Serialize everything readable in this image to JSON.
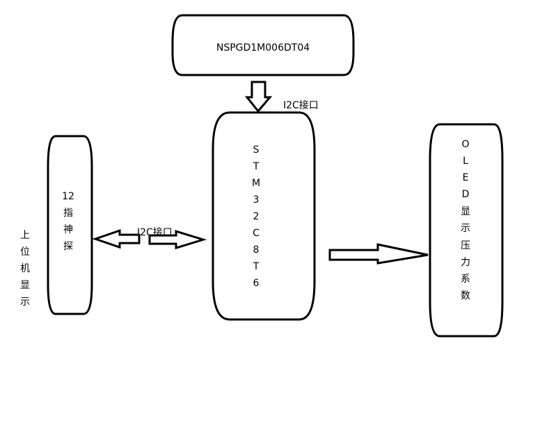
{
  "sensor": {
    "label": "NSPGD1M006DT04"
  },
  "mcu": {
    "chars": [
      "S",
      "T",
      "M",
      "3",
      "2",
      "C",
      "8",
      "T",
      "6"
    ]
  },
  "probe": {
    "chars": [
      "12",
      "指",
      "神",
      "探"
    ]
  },
  "oled": {
    "chars": [
      "O",
      "L",
      "E",
      "D",
      "显",
      "示",
      "压",
      "力",
      "系",
      "数"
    ]
  },
  "host": {
    "chars": [
      "上",
      "位",
      "机",
      "显",
      "示"
    ]
  },
  "links": {
    "top_interface": "I2C接口",
    "left_interface": "I2C接口"
  }
}
